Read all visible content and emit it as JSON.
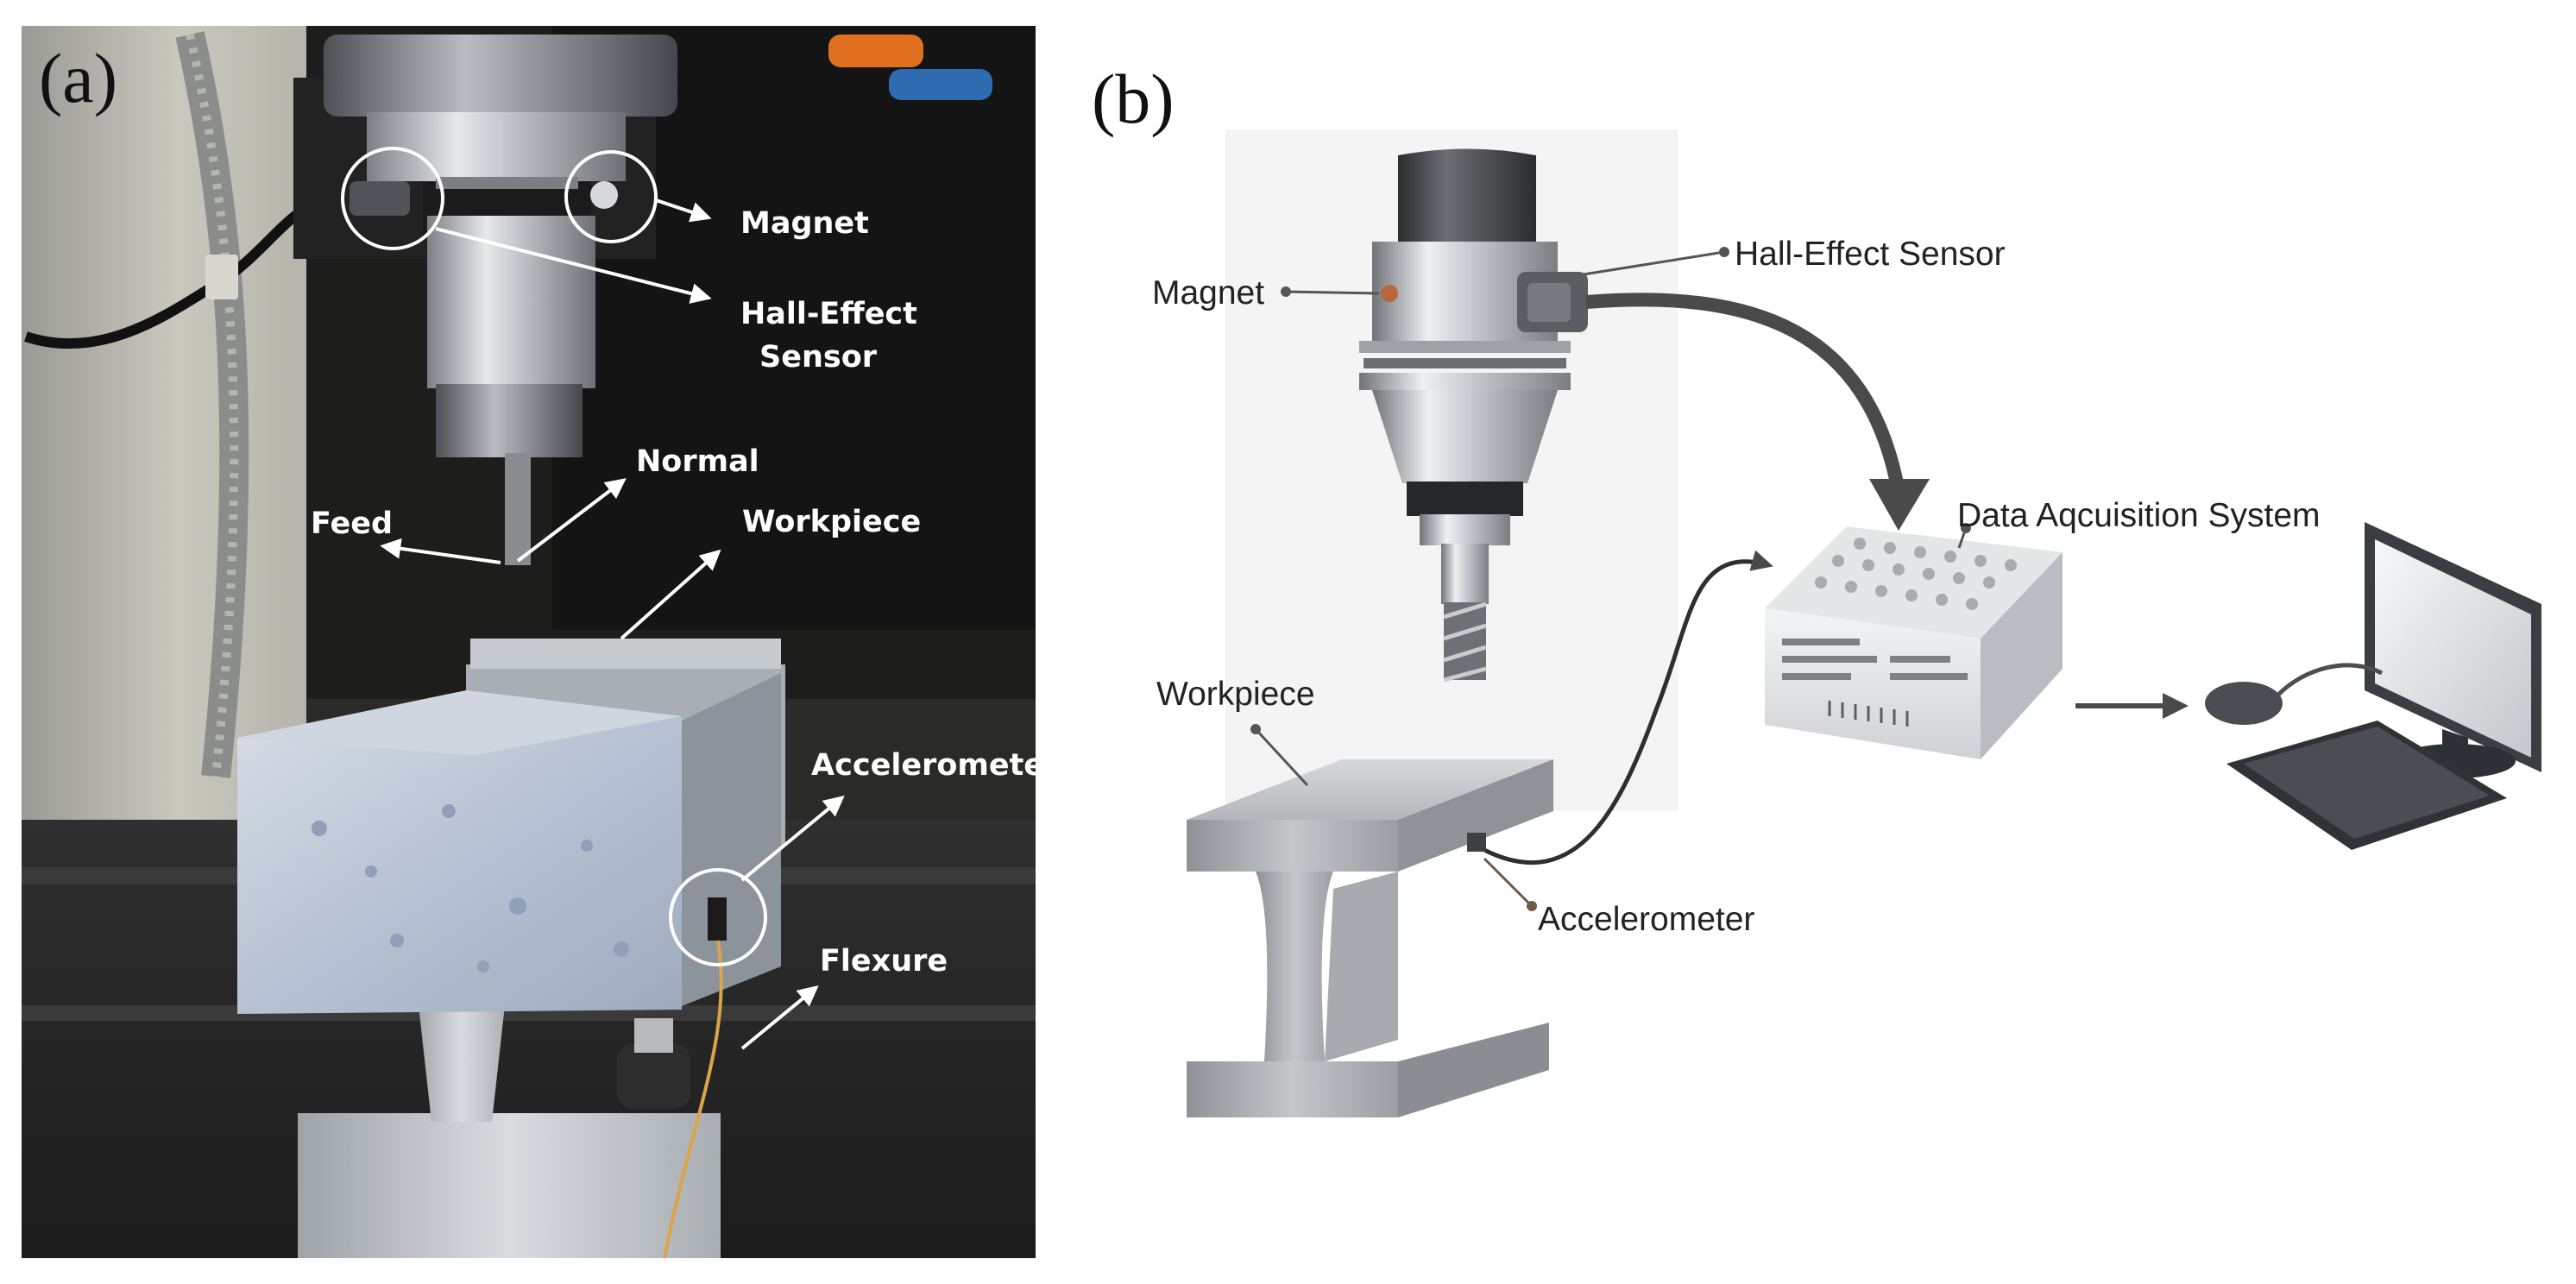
{
  "panel_a": {
    "label": "(a)",
    "callouts": {
      "magnet": "Magnet",
      "hall_line1": "Hall-Effect",
      "hall_line2": "Sensor",
      "normal": "Normal",
      "feed": "Feed",
      "workpiece": "Workpiece",
      "accelerometer": "Accelerometer",
      "flexure": "Flexure"
    }
  },
  "panel_b": {
    "label": "(b)",
    "callouts": {
      "magnet": "Magnet",
      "hall": "Hall-Effect Sensor",
      "daq": "Data Aqcuisition System",
      "workpiece": "Workpiece",
      "accelerometer": "Accelerometer"
    }
  },
  "colors": {
    "photo_dark": "#1a1a1a",
    "aluminum": "#c9cdd2",
    "steel_blue": "#b9c4d6",
    "callout_white": "#ffffff",
    "arrow_gray": "#4a4a4a",
    "leader_gray": "#555555"
  }
}
